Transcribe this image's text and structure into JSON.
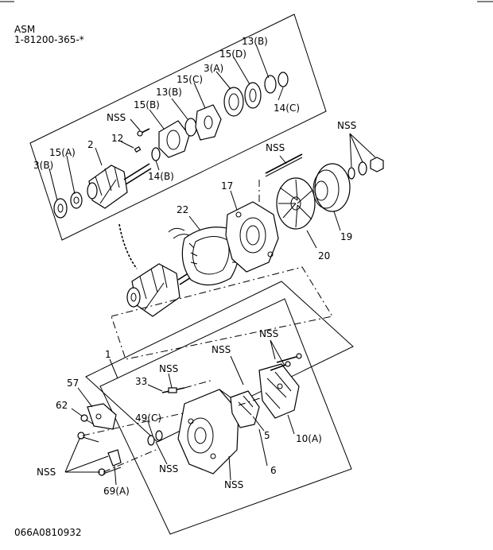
{
  "header": {
    "asm_label": "ASM",
    "asm_number": "1-81200-365-*"
  },
  "footer": {
    "drawing_code": "066A0810932"
  },
  "callouts": {
    "c13b_top": "13(B)",
    "c15d": "15(D)",
    "c3a": "3(A)",
    "c15c": "15(C)",
    "c13b_mid": "13(B)",
    "c15b": "15(B)",
    "c14c": "14(C)",
    "nss_top": "NSS",
    "c12": "12",
    "c2": "2",
    "c15a": "15(A)",
    "c3b": "3(B)",
    "c14b": "14(B)",
    "nss_bolt": "NSS",
    "nss_right": "NSS",
    "c17": "17",
    "c22": "22",
    "c19": "19",
    "c20": "20",
    "c1": "1",
    "nss_brush": "NSS",
    "nss_screw": "NSS",
    "c57": "57",
    "c33": "33",
    "nss_33": "NSS",
    "c62": "62",
    "c49c": "49(C)",
    "c5": "5",
    "c10a": "10(A)",
    "c6": "6",
    "nss_left": "NSS",
    "nss_49": "NSS",
    "nss_frame": "NSS",
    "c69a": "69(A)"
  }
}
